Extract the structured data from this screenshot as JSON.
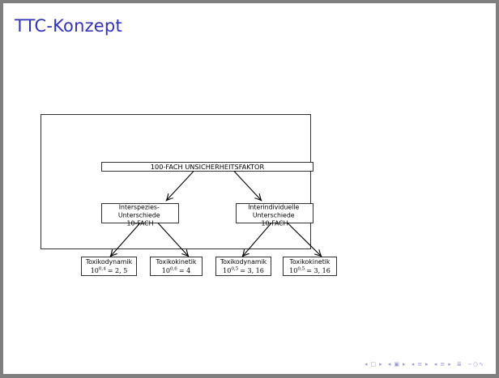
{
  "slide": {
    "title": "TTC-Konzept"
  },
  "diagram": {
    "root": "100-FACH UNSICHERHEITSFAKTOR",
    "branches": [
      {
        "lines": [
          "Interspezies-",
          "Unterschiede",
          "10-FACH"
        ],
        "children": [
          {
            "label": "Toxikodynamik",
            "base": "10",
            "exponent": "0,4",
            "result": "= 2, 5"
          },
          {
            "label": "Toxikokinetik",
            "base": "10",
            "exponent": "0,6",
            "result": "= 4"
          }
        ]
      },
      {
        "lines": [
          "Interindividuelle",
          "Unterschiede",
          "10-FACH"
        ],
        "children": [
          {
            "label": "Toxikodynamik",
            "base": "10",
            "exponent": "0,5",
            "result": "= 3, 16"
          },
          {
            "label": "Toxikokinetik",
            "base": "10",
            "exponent": "0,5",
            "result": "= 3, 16"
          }
        ]
      }
    ]
  },
  "navigation": {
    "icons": [
      "nav-prev-frame-icon",
      "nav-next-frame-icon",
      "nav-prev-section-icon",
      "nav-next-section-icon",
      "nav-prev-subsection-icon",
      "nav-next-subsection-icon",
      "nav-align-icon",
      "nav-search-icon"
    ]
  }
}
